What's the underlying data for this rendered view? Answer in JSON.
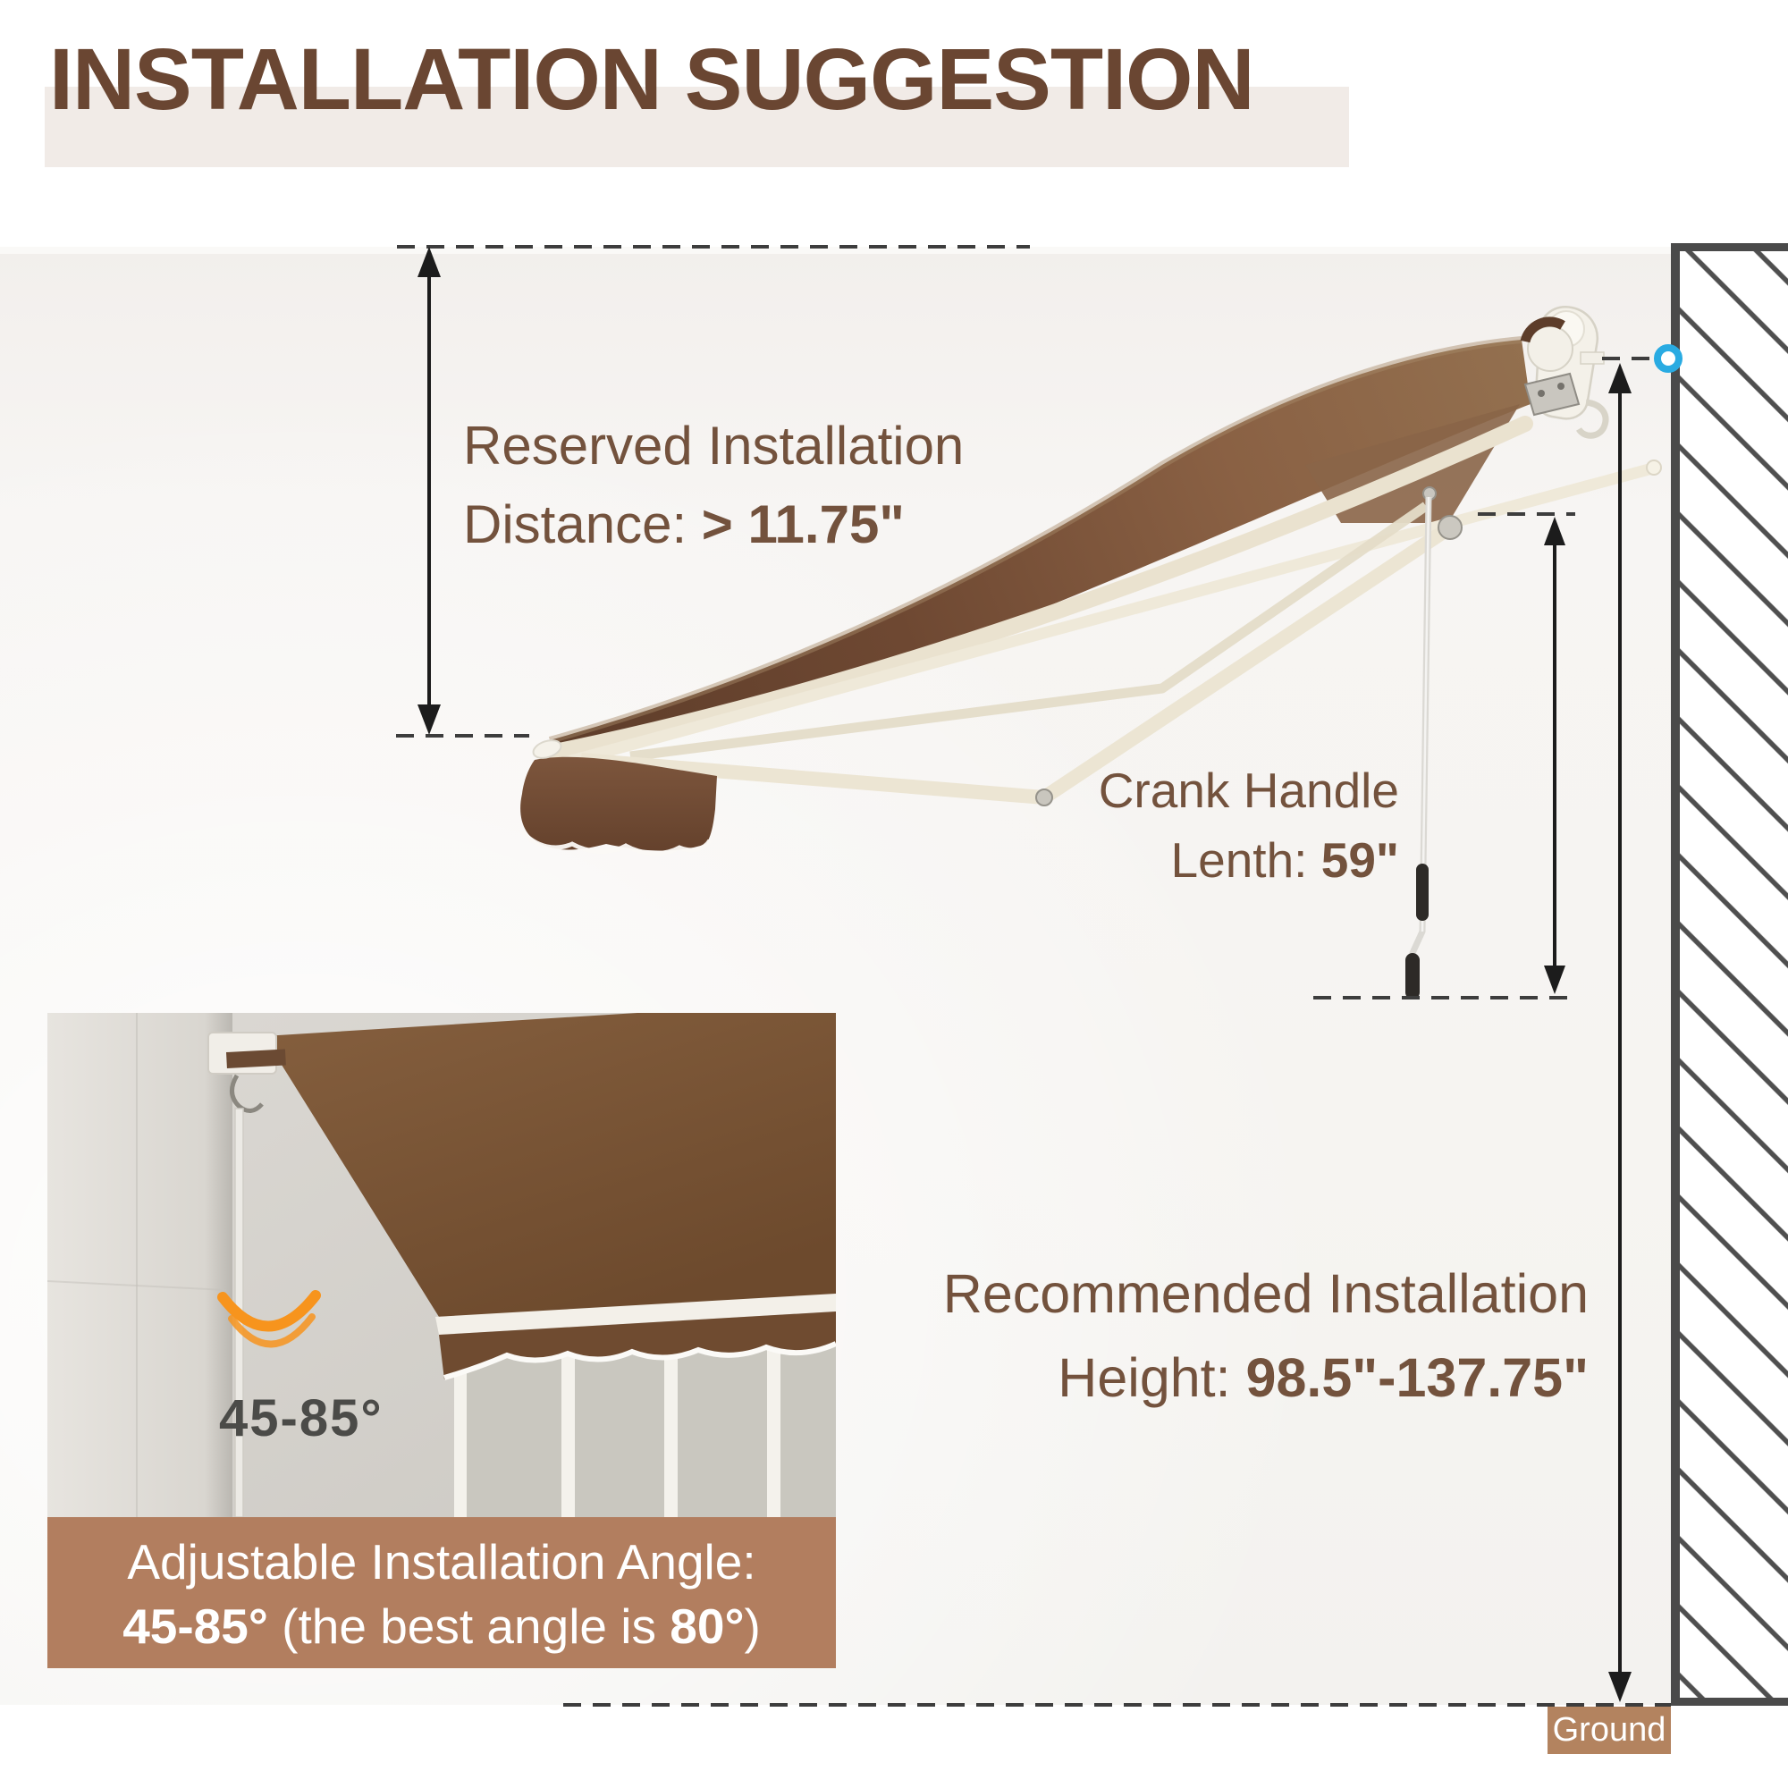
{
  "title": "INSTALLATION SUGGESTION",
  "annotations": {
    "reserved": {
      "line1": "Reserved Installation",
      "line2_label": "Distance: ",
      "line2_value": "> 11.75\""
    },
    "crank": {
      "line1": "Crank Handle",
      "line2_label": "Lenth: ",
      "line2_value": "59\""
    },
    "recommended": {
      "line1": "Recommended Installation",
      "line2_label": "Height: ",
      "line2_value": "98.5\"-137.75\""
    },
    "ground_label": "Ground"
  },
  "inset": {
    "angle_badge": "45-85°",
    "caption": {
      "line1": "Adjustable Installation Angle:",
      "line2_bold1": "45-85°",
      "line2_mid": " (the best angle is ",
      "line2_bold2": "80°",
      "line2_close": ")"
    }
  },
  "icons": {
    "angle_arc": "angle-arc-icon",
    "mount_ring": "mount-point-ring-icon",
    "measure_arrows": "measure-arrow-icon",
    "dashed_guides": "dashed-guide-line"
  },
  "colors": {
    "title_brown": "#6a4632",
    "label_brown": "#73523d",
    "accent_cyan": "#29abe2",
    "accent_orange": "#f7941d",
    "caption_band": "#b27e5f",
    "ground_band": "#b3835f",
    "title_band": "#f1ebe7",
    "canopy_brown": "#7b5638",
    "wall_line_gray": "#4a4a4a"
  }
}
